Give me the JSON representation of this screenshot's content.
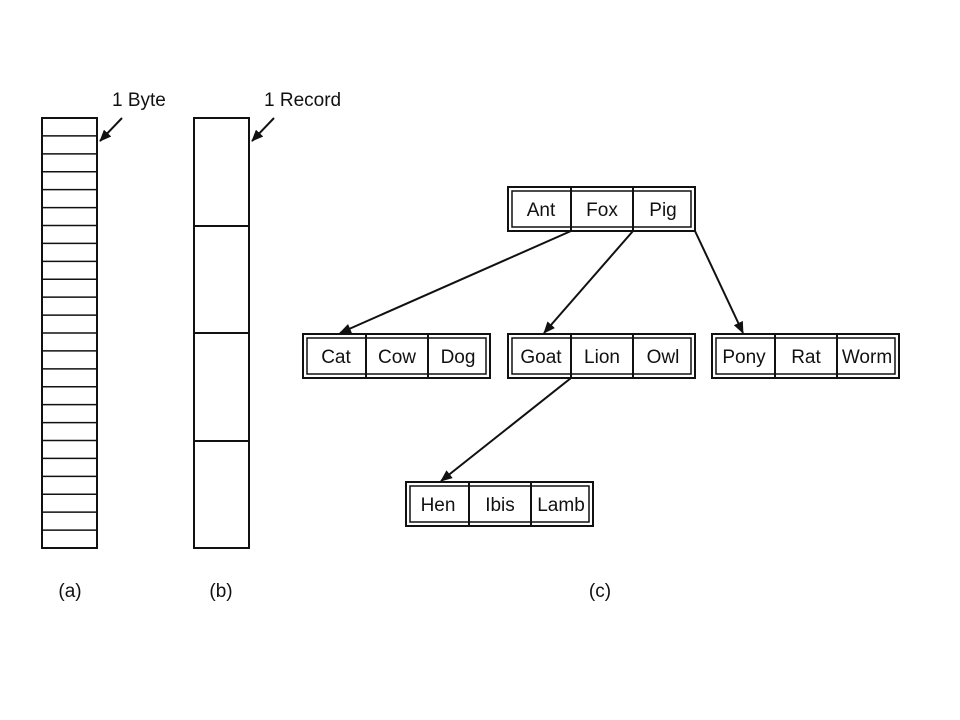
{
  "figure": {
    "a": {
      "caption": "(a)",
      "pointer_label": "1 Byte"
    },
    "b": {
      "caption": "(b)",
      "pointer_label": "1 Record"
    },
    "c": {
      "caption": "(c)",
      "root": [
        "Ant",
        "Fox",
        "Pig"
      ],
      "level2": [
        [
          "Cat",
          "Cow",
          "Dog"
        ],
        [
          "Goat",
          "Lion",
          "Owl"
        ],
        [
          "Pony",
          "Rat",
          "Worm"
        ]
      ],
      "level3": [
        "Hen",
        "Ibis",
        "Lamb"
      ]
    }
  }
}
